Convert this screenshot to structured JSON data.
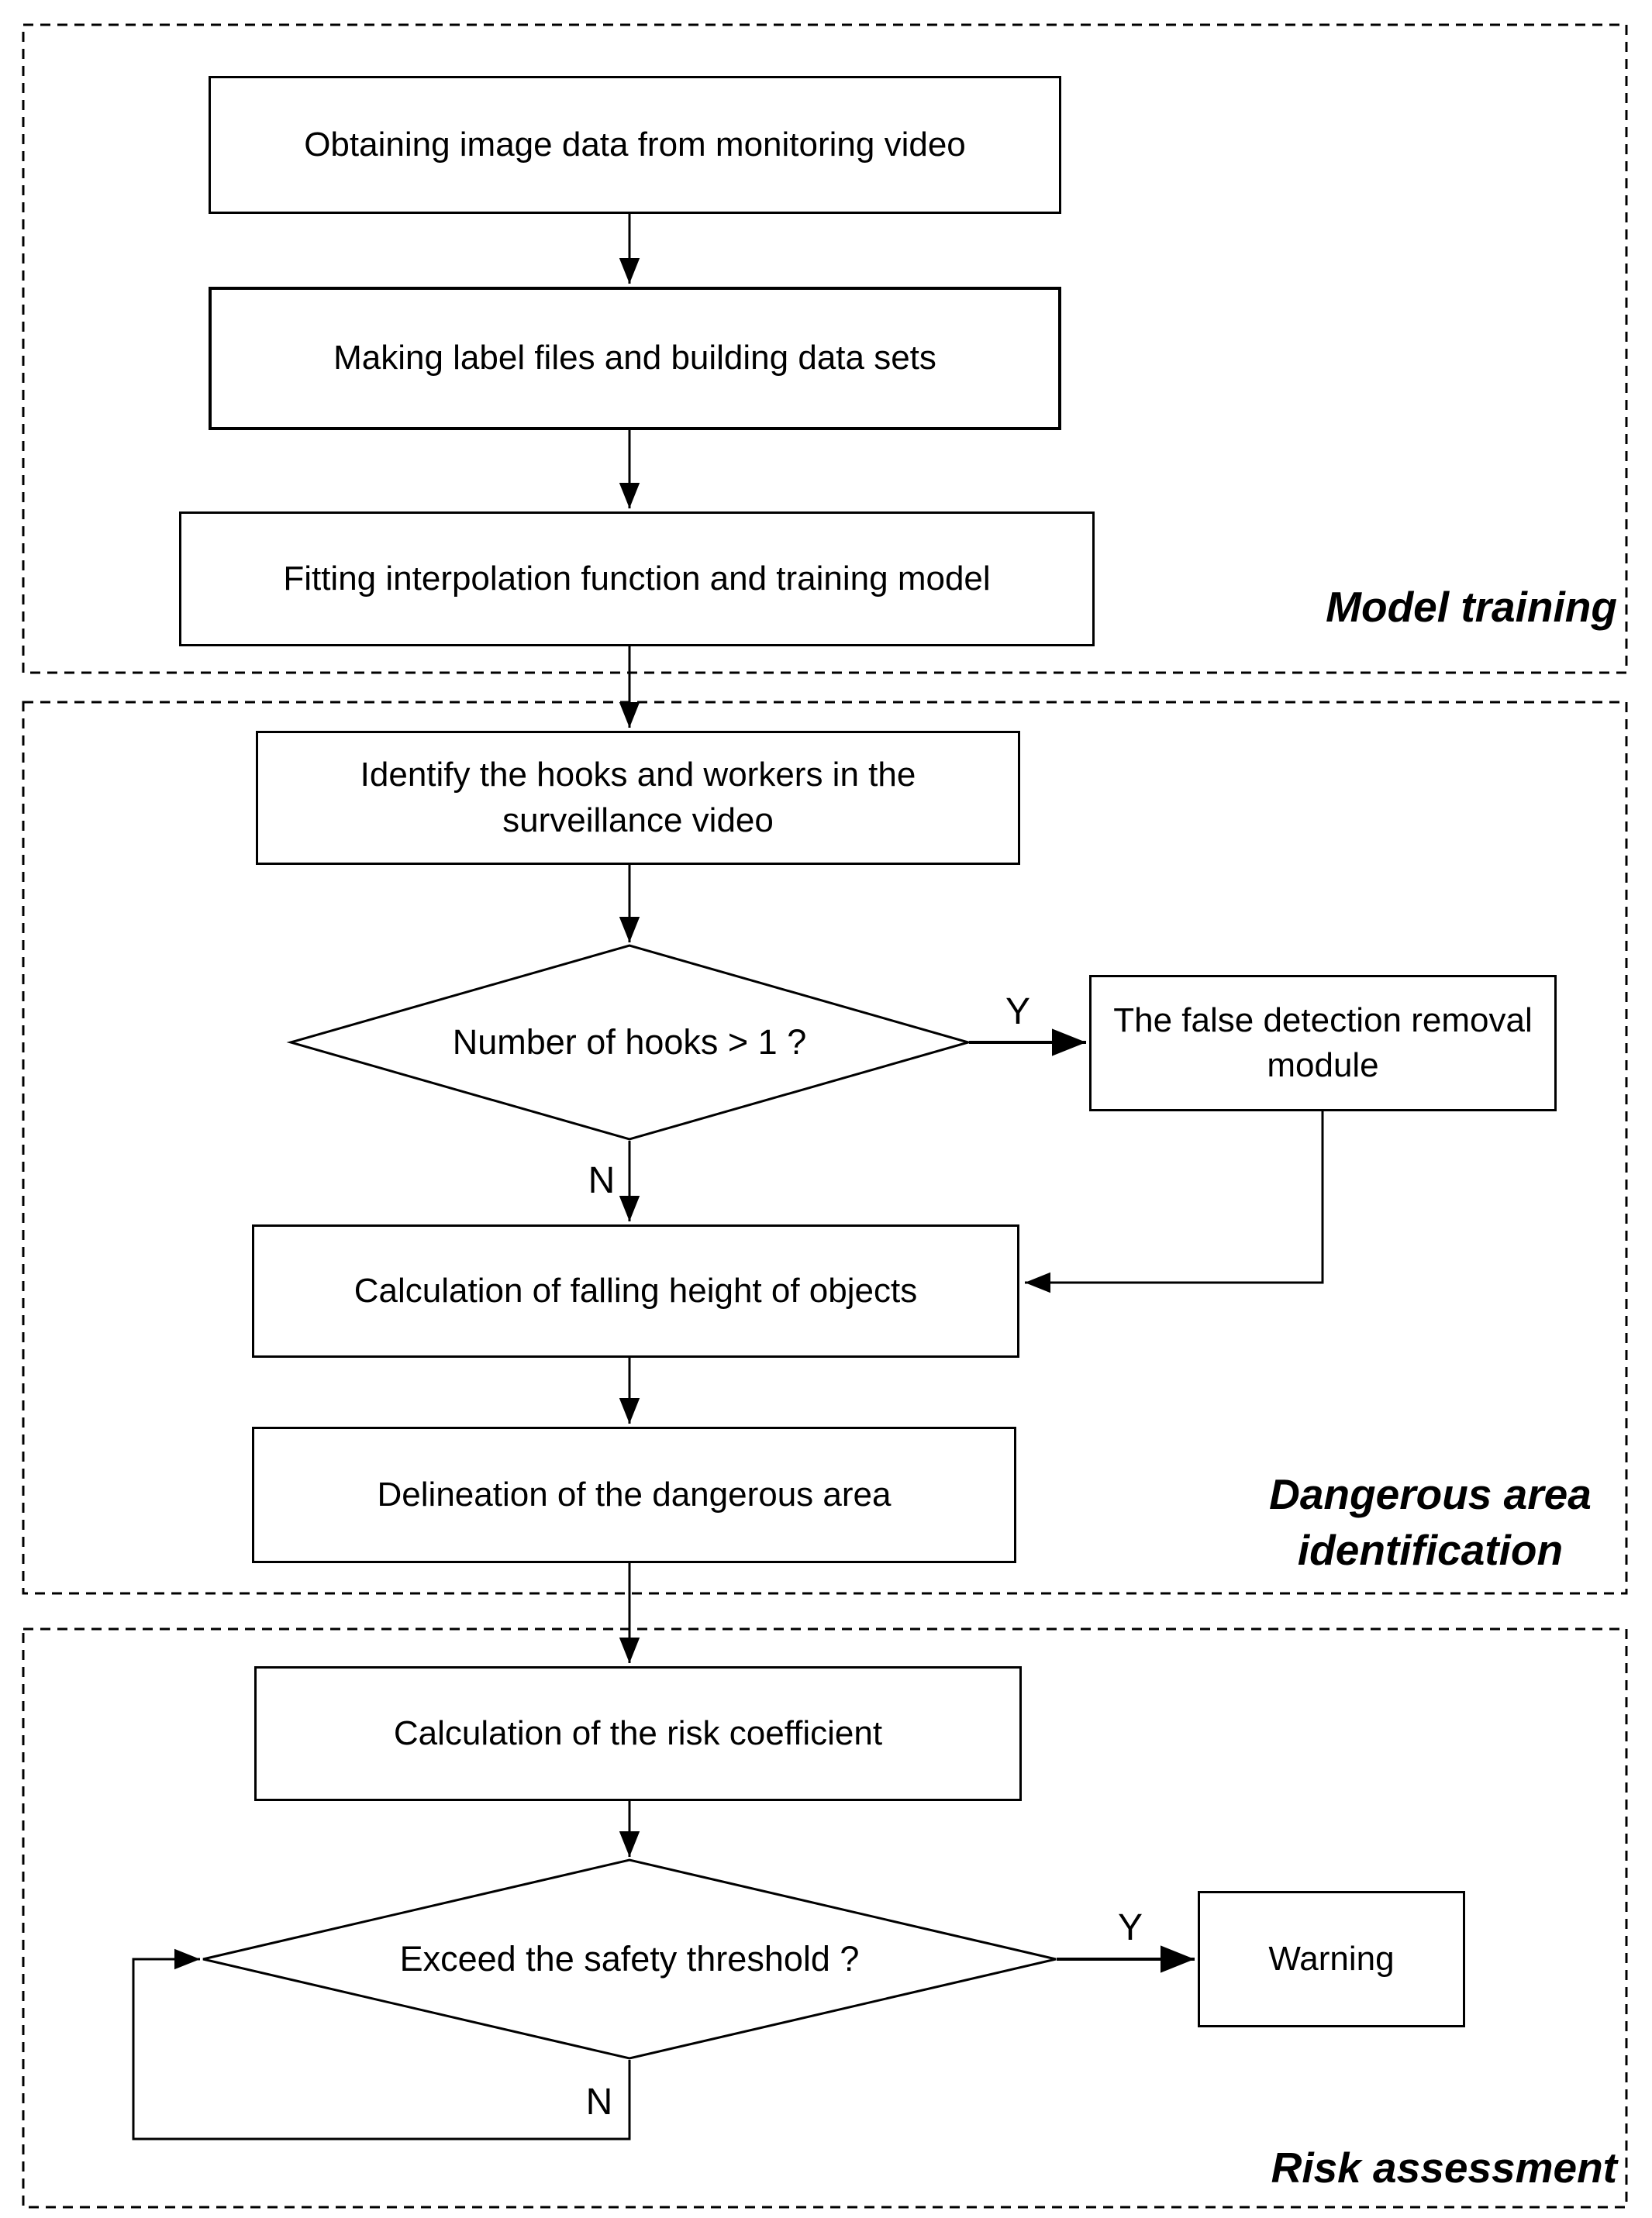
{
  "sections": [
    {
      "label": "Model training"
    },
    {
      "label": "Dangerous area identification"
    },
    {
      "label": "Risk assessment"
    }
  ],
  "nodes": {
    "obtaining": "Obtaining image data from monitoring video",
    "making": "Making label files and building data sets",
    "fitting": "Fitting interpolation function and training model",
    "identify": "Identify the hooks and workers in the surveillance video",
    "hooks_decision": "Number of hooks > 1 ?",
    "false_detection": "The false detection removal module",
    "falling_height": "Calculation of falling height of objects",
    "delineation": "Delineation of the dangerous area",
    "risk_coefficient": "Calculation of the risk coefficient",
    "threshold_decision": "Exceed the safety threshold ?",
    "warning": "Warning"
  },
  "branches": {
    "hooks_yes": "Y",
    "hooks_no": "N",
    "threshold_yes": "Y",
    "threshold_no": "N"
  },
  "colors": {
    "line": "#000000",
    "background": "#ffffff"
  }
}
